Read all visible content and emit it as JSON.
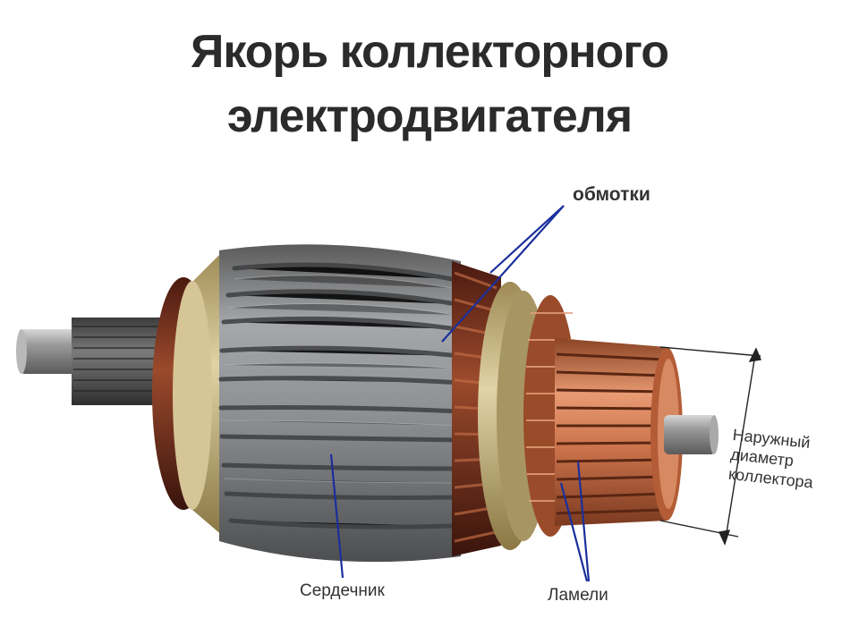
{
  "title": {
    "line1": "Якорь коллекторного",
    "line2": "электродвигателя"
  },
  "labels": {
    "windings": "обмотки",
    "core": "Сердечник",
    "lamellae": "Ламели",
    "outer_diameter": "Наружный диаметр коллектора"
  },
  "colors": {
    "leader_line": "#1a2f9c",
    "steel": "#8f9296",
    "copper": "#c66a3e",
    "insulation": "#c7b78a",
    "winding_wire": "#7a2e1c"
  }
}
